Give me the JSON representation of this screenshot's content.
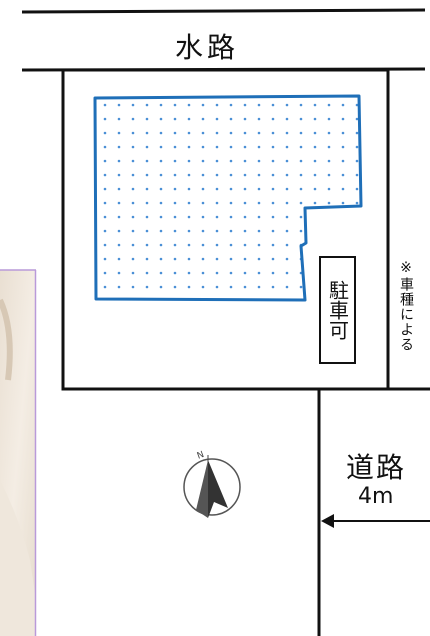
{
  "waterway_label": "水路",
  "road_label": "道路",
  "road_width": "4m",
  "parking_label": "駐車可",
  "vehicle_note": "※車種による",
  "compass_letter": "N",
  "colors": {
    "lot_outline": "#1f6fb8",
    "lot_dots": "#4a8fd6",
    "lines": "#111111",
    "photo_border": "#b99ad9"
  }
}
